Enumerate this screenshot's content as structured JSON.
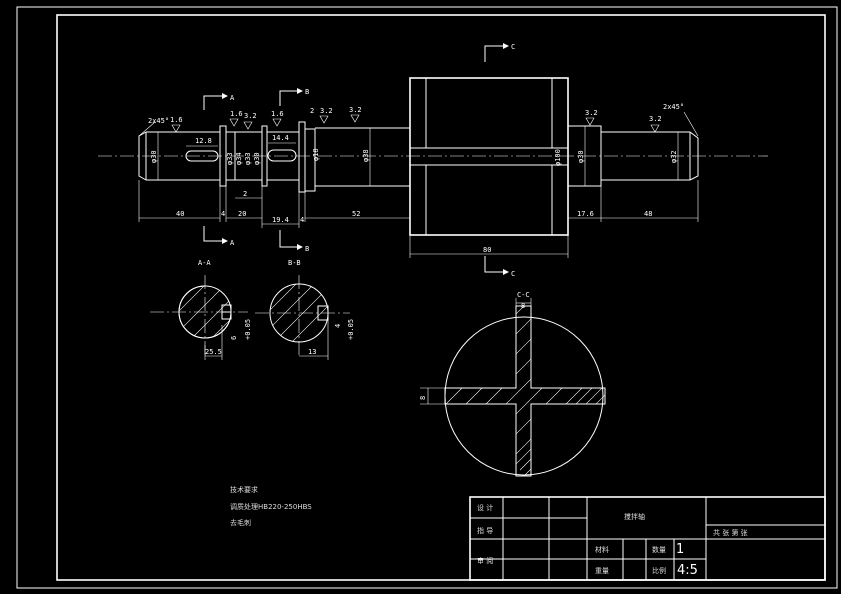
{
  "colors": {
    "background": "#000000",
    "stroke": "#ffffff"
  },
  "section_marks": {
    "a_top": "A",
    "a_bottom": "A",
    "b_top": "B",
    "b_bottom": "B",
    "c_top": "C",
    "c_bottom": "C"
  },
  "section_titles": {
    "aa": "A-A",
    "bb": "B-B",
    "cc": "C-C"
  },
  "dimensions": {
    "chamfer_left": "2x45°",
    "chamfer_right": "2x45°",
    "rough_1": "1.6",
    "rough_2": "3.2",
    "rough_3": "1.6",
    "rough_4": "3.2",
    "rough_5": "3.2",
    "rough_6": "3.2",
    "rough_7": "3.2",
    "top_1_6": "1.6",
    "top_2": "2",
    "key_a": "12.8",
    "key_b": "14.4",
    "dia_1": "φ30",
    "dia_2": "φ33",
    "dia_3": "φ34",
    "dia_4": "φ33",
    "dia_5": "φ30",
    "dia_6": "φ18",
    "dia_7": "φ38",
    "dia_8": "φ100",
    "dia_9": "φ30",
    "dia_10": "φ32",
    "len_40": "40",
    "len_20": "20",
    "len_4a": "4",
    "len_2": "2",
    "len_19_4": "19.4",
    "len_4b": "4",
    "len_52": "52",
    "len_80": "80",
    "len_17_6": "17.6",
    "len_48": "48",
    "aa_width": "25.5",
    "aa_depth": "6",
    "aa_tol": "+0.05",
    "bb_width": "13",
    "bb_depth": "4",
    "bb_tol": "+0.05",
    "cc_width": "8",
    "cc_height": "8"
  },
  "notes": {
    "title": "技术要求",
    "line1": "调质处理HB220-250HBS",
    "line2": "去毛刺"
  },
  "title_block": {
    "design": "设 计",
    "guide": "指 导",
    "review": "审 阅",
    "part_name": "搅拌轴",
    "material_label": "材料",
    "quantity_label": "数量",
    "quantity_value": "1",
    "weight_label": "重量",
    "scale_label": "比例",
    "scale_value": "4:5",
    "total_label": "共 张  第 张"
  }
}
